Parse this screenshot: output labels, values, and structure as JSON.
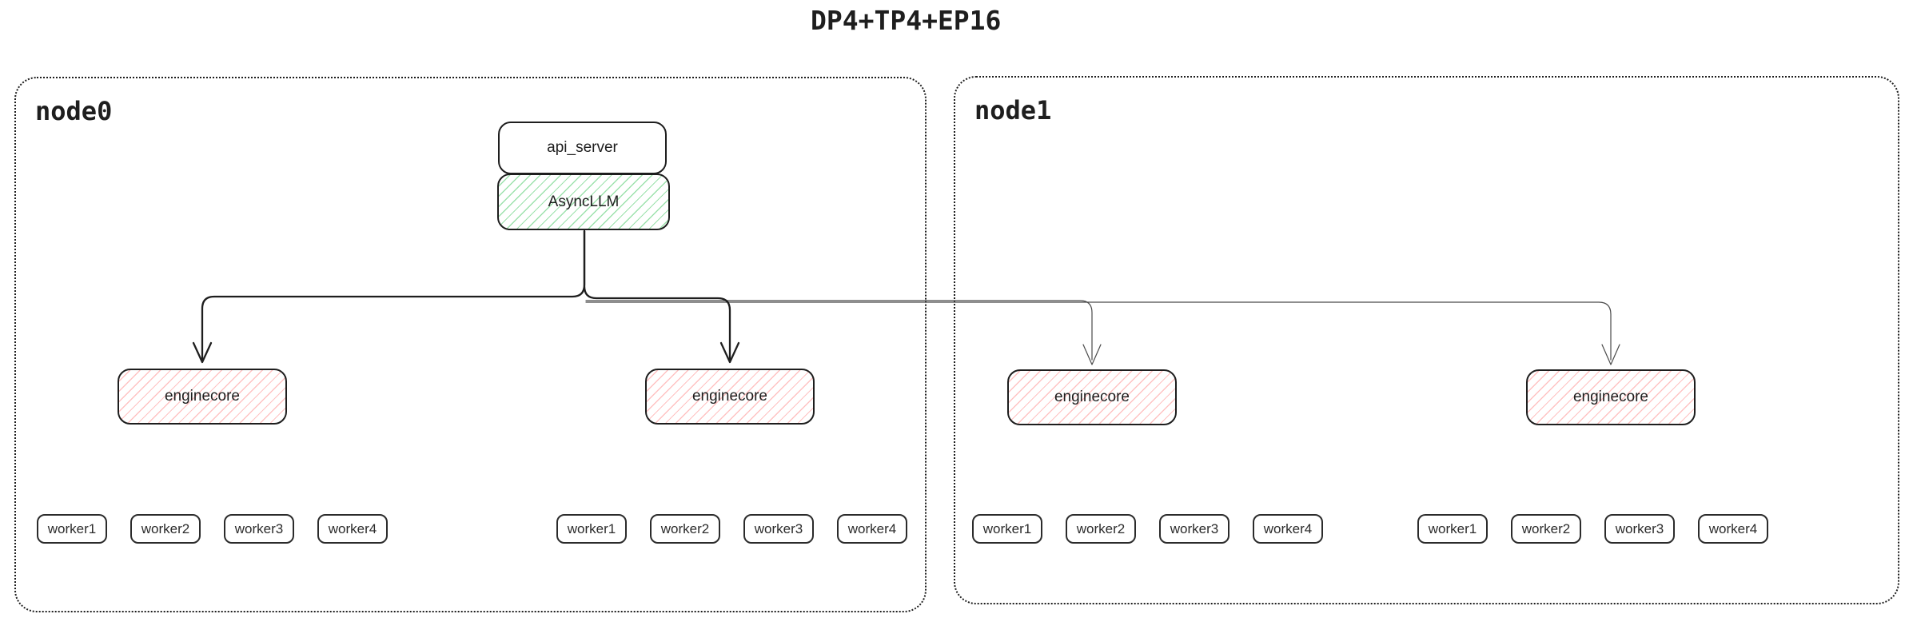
{
  "title": "DP4+TP4+EP16",
  "colors": {
    "ink": "#1e1e1e",
    "green_hatch": "#4cc969",
    "red_hatch": "#ff7878",
    "thin_wire": "#4a4a4a",
    "background": "#ffffff"
  },
  "nodes": {
    "node0": {
      "label": "node0",
      "api_server": "api_server",
      "async_llm": "AsyncLLM",
      "enginecores": [
        "enginecore",
        "enginecore"
      ],
      "worker_groups": [
        [
          "worker1",
          "worker2",
          "worker3",
          "worker4"
        ],
        [
          "worker1",
          "worker2",
          "worker3",
          "worker4"
        ]
      ]
    },
    "node1": {
      "label": "node1",
      "enginecores": [
        "enginecore",
        "enginecore"
      ],
      "worker_groups": [
        [
          "worker1",
          "worker2",
          "worker3",
          "worker4"
        ],
        [
          "worker1",
          "worker2",
          "worker3",
          "worker4"
        ]
      ]
    }
  }
}
